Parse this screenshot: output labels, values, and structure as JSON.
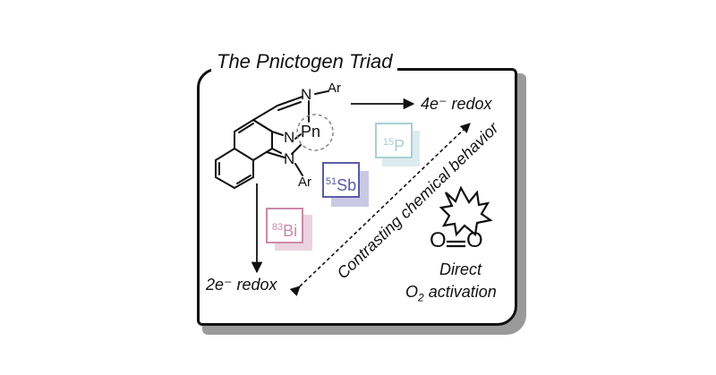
{
  "title": "The Pnictogen Triad",
  "structure": {
    "n_top": "N",
    "ar_top": "Ar",
    "n_ring": "N",
    "pn": "Pn",
    "n_bottom": "N",
    "ar_bottom": "Ar"
  },
  "labels": {
    "four_e_redox": "4e⁻  redox",
    "two_e_redox": "2e⁻  redox",
    "contrasting": "Contrasting chemical behavior",
    "direct": "Direct",
    "o2_activation_prefix": "O",
    "o2_activation_sub": "2",
    "o2_activation_suffix": " activation"
  },
  "o2": {
    "left": "O",
    "right": "O"
  },
  "elements": [
    {
      "mass": "15",
      "symbol": "P",
      "color": "#a9cfd4",
      "shadow": "#dcecee"
    },
    {
      "mass": "51",
      "symbol": "Sb",
      "color": "#5b5aa8",
      "shadow": "#c9c9e4"
    },
    {
      "mass": "83",
      "symbol": "Bi",
      "color": "#c98aa8",
      "shadow": "#ecd3df"
    }
  ]
}
